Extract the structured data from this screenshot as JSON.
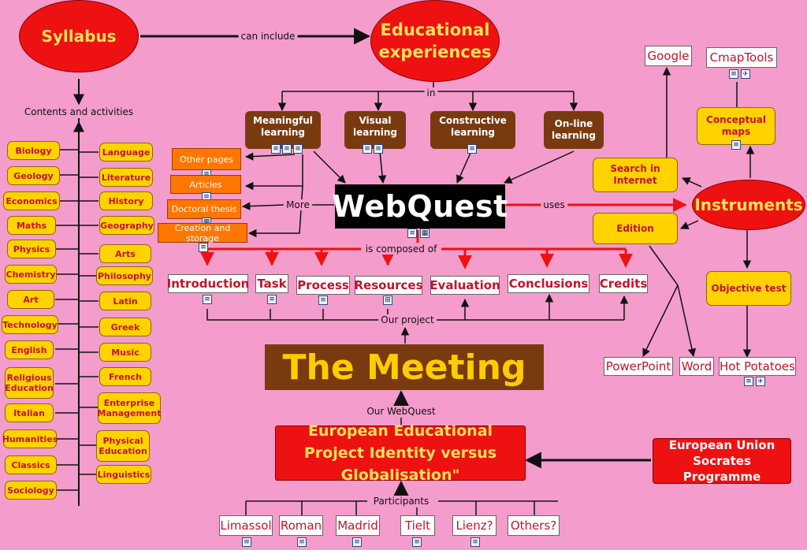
{
  "syllabus": "Syllabus",
  "educational_experiences": "Educational experiences",
  "links": {
    "can_include": "can include",
    "contents_activities": "Contents and activities",
    "in": "in",
    "more": "More",
    "uses": "uses",
    "is_composed_of": "is composed of",
    "our_project": "Our project",
    "our_webquest": "Our WebQuest",
    "participants": "Participants"
  },
  "subjects_left": [
    "Biology",
    "Geology",
    "Economics",
    "Maths",
    "Physics",
    "Chemistry",
    "Art",
    "Technology",
    "English",
    "Religious Education",
    "Italian",
    "Humanities",
    "Classics",
    "Sociology"
  ],
  "subjects_right": [
    "Language",
    "Literature",
    "History",
    "Geography",
    "Arts",
    "Philosophy",
    "Latin",
    "Greek",
    "Music",
    "French",
    "Enterprise Management",
    "Physical Education",
    "Linguistics"
  ],
  "learning_types": [
    "Meaningful learning",
    "Visual learning",
    "Constructive learning",
    "On-line learning"
  ],
  "more_items": [
    "Other pages",
    "Articles",
    "Doctoral thesis",
    "Creation and storage"
  ],
  "webquest": "WebQuest",
  "instruments": "Instruments",
  "tools": {
    "google": "Google",
    "cmaptools": "CmapTools",
    "conceptual_maps": "Conceptual maps",
    "search_internet": "Search in Internet",
    "edition": "Edition",
    "objective_test": "Objective test",
    "powerpoint": "PowerPoint",
    "word": "Word",
    "hot_potatoes": "Hot Potatoes"
  },
  "components": [
    "Introduction",
    "Task",
    "Process",
    "Resources",
    "Evaluation",
    "Conclusions",
    "Credits"
  ],
  "meeting": "The Meeting",
  "project": "European Educational Project Identity versus Globalisation\"",
  "eu": "European Union Socrates Programme",
  "cities": [
    "Limassol",
    "Roman",
    "Madrid",
    "Tielt",
    "Lienz?",
    "Others?"
  ],
  "colors": {
    "background": "#f49ccb",
    "red": "#ee1111",
    "yellow": "#ffd200",
    "brown": "#7a3a10",
    "orange": "#ff7700",
    "label_red": "#c4122a"
  }
}
